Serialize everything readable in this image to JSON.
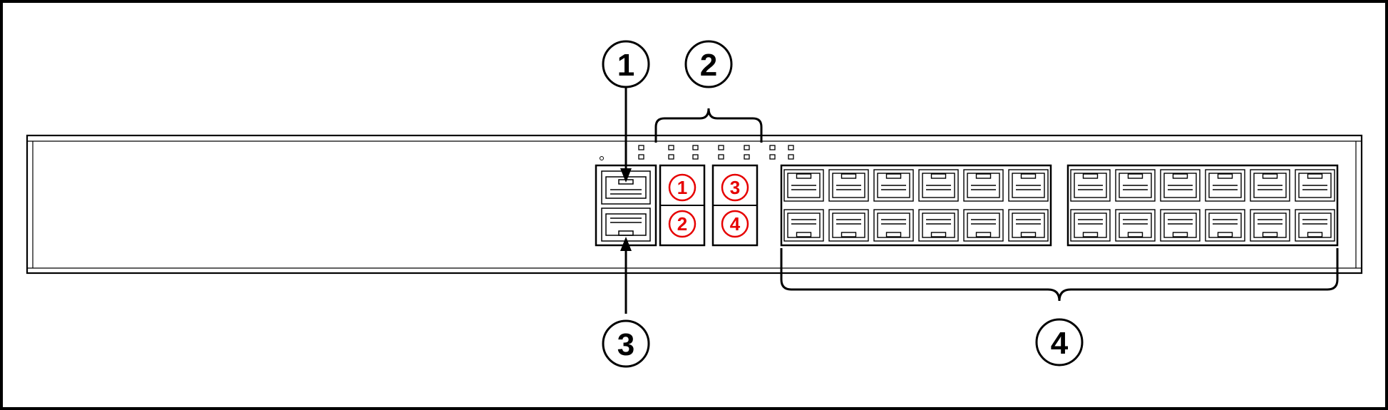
{
  "callouts": [
    {
      "id": "1",
      "label": "1"
    },
    {
      "id": "2",
      "label": "2"
    },
    {
      "id": "3",
      "label": "3"
    },
    {
      "id": "4",
      "label": "4"
    }
  ],
  "sfp_ports": [
    "1",
    "3",
    "2",
    "4"
  ],
  "rj45_port_count": 24,
  "colors": {
    "line": "#000000",
    "port_label": "#e60000",
    "background": "#ffffff"
  }
}
